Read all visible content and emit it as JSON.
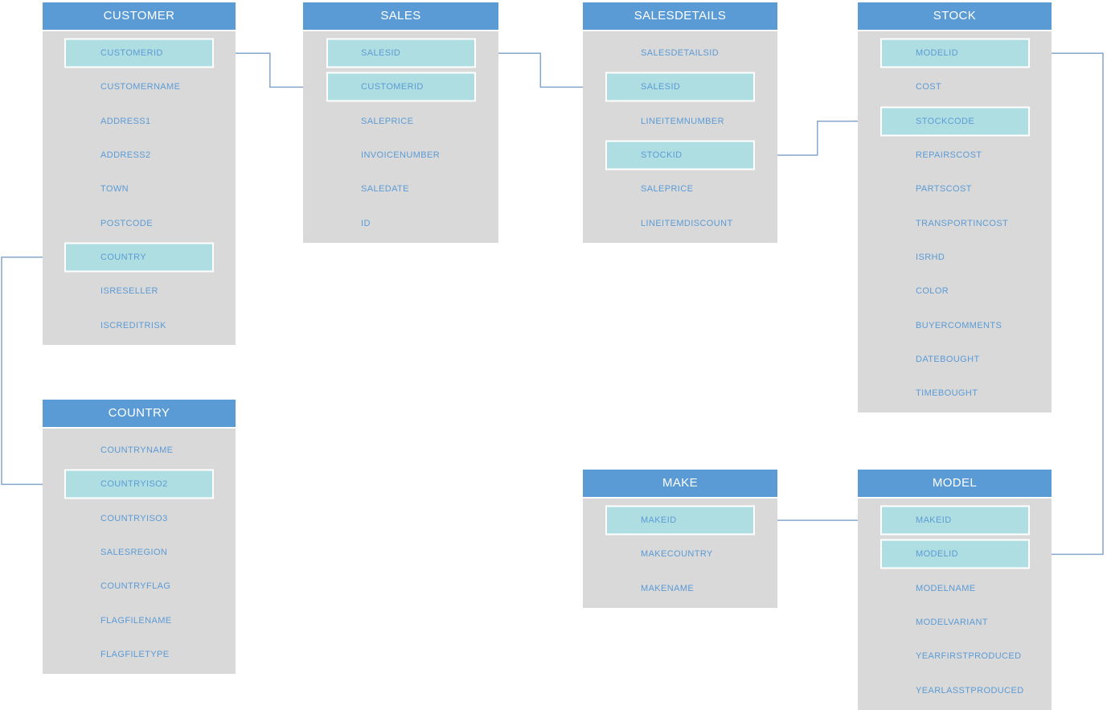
{
  "diagram": {
    "colors": {
      "table_header_bg": "#5B9BD5",
      "table_header_text": "#FFFFFF",
      "table_body_bg": "#D9D9D9",
      "field_text": "#5B9BD5",
      "key_field_highlight_bg": "#AFDEE2",
      "key_field_border": "#FFFFFF",
      "connector_line": "#84A6CC"
    },
    "tables": [
      {
        "id": "customer",
        "title": "CUSTOMER",
        "fields": [
          {
            "name": "CUSTOMERID",
            "key": true
          },
          {
            "name": "CUSTOMERNAME",
            "key": false
          },
          {
            "name": "ADDRESS1",
            "key": false
          },
          {
            "name": "ADDRESS2",
            "key": false
          },
          {
            "name": "TOWN",
            "key": false
          },
          {
            "name": "POSTCODE",
            "key": false
          },
          {
            "name": "COUNTRY",
            "key": true
          },
          {
            "name": "ISRESELLER",
            "key": false
          },
          {
            "name": "ISCREDITRISK",
            "key": false
          }
        ]
      },
      {
        "id": "sales",
        "title": "SALES",
        "fields": [
          {
            "name": "SALESID",
            "key": true
          },
          {
            "name": "CUSTOMERID",
            "key": true
          },
          {
            "name": "SALEPRICE",
            "key": false
          },
          {
            "name": "INVOICENUMBER",
            "key": false
          },
          {
            "name": "SALEDATE",
            "key": false
          },
          {
            "name": "ID",
            "key": false
          }
        ]
      },
      {
        "id": "salesdetails",
        "title": "SALESDETAILS",
        "fields": [
          {
            "name": "SALESDETAILSID",
            "key": false
          },
          {
            "name": "SALESID",
            "key": true
          },
          {
            "name": "LINEITEMNUMBER",
            "key": false
          },
          {
            "name": "STOCKID",
            "key": true
          },
          {
            "name": "SALEPRICE",
            "key": false
          },
          {
            "name": "LINEITEMDISCOUNT",
            "key": false
          }
        ]
      },
      {
        "id": "stock",
        "title": "STOCK",
        "fields": [
          {
            "name": "MODELID",
            "key": true
          },
          {
            "name": "COST",
            "key": false
          },
          {
            "name": "STOCKCODE",
            "key": true
          },
          {
            "name": "REPAIRSCOST",
            "key": false
          },
          {
            "name": "PARTSCOST",
            "key": false
          },
          {
            "name": "TRANSPORTINCOST",
            "key": false
          },
          {
            "name": "ISRHD",
            "key": false
          },
          {
            "name": "COLOR",
            "key": false
          },
          {
            "name": "BUYERCOMMENTS",
            "key": false
          },
          {
            "name": "DATEBOUGHT",
            "key": false
          },
          {
            "name": "TIMEBOUGHT",
            "key": false
          }
        ]
      },
      {
        "id": "country",
        "title": "COUNTRY",
        "fields": [
          {
            "name": "COUNTRYNAME",
            "key": false
          },
          {
            "name": "COUNTRYISO2",
            "key": true
          },
          {
            "name": "COUNTRYISO3",
            "key": false
          },
          {
            "name": "SALESREGION",
            "key": false
          },
          {
            "name": "COUNTRYFLAG",
            "key": false
          },
          {
            "name": "FLAGFILENAME",
            "key": false
          },
          {
            "name": "FLAGFILETYPE",
            "key": false
          }
        ]
      },
      {
        "id": "make",
        "title": "MAKE",
        "fields": [
          {
            "name": "MAKEID",
            "key": true
          },
          {
            "name": "MAKECOUNTRY",
            "key": false
          },
          {
            "name": "MAKENAME",
            "key": false
          }
        ]
      },
      {
        "id": "model",
        "title": "MODEL",
        "fields": [
          {
            "name": "MAKEID",
            "key": true
          },
          {
            "name": "MODELID",
            "key": true
          },
          {
            "name": "MODELNAME",
            "key": false
          },
          {
            "name": "MODELVARIANT",
            "key": false
          },
          {
            "name": "YEARFIRSTPRODUCED",
            "key": false
          },
          {
            "name": "YEARLASSTPRODUCED",
            "key": false
          }
        ]
      }
    ],
    "relationships": [
      {
        "from": "customer.CUSTOMERID",
        "to": "sales.CUSTOMERID"
      },
      {
        "from": "sales.SALESID",
        "to": "salesdetails.SALESID"
      },
      {
        "from": "salesdetails.STOCKID",
        "to": "stock.STOCKCODE"
      },
      {
        "from": "stock.MODELID",
        "to": "model.MODELID"
      },
      {
        "from": "customer.COUNTRY",
        "to": "country.COUNTRYISO2"
      },
      {
        "from": "make.MAKEID",
        "to": "model.MAKEID"
      }
    ]
  }
}
